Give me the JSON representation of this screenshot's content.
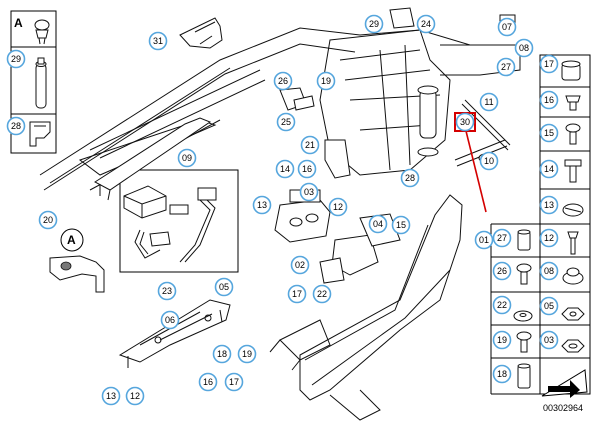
{
  "diagram": {
    "doc_number": "00302964",
    "panel_letter_top": "A",
    "panel_letter_inset": "A",
    "callouts_main": {
      "c31": "31",
      "c29top": "29",
      "c24": "24",
      "c07": "07",
      "c08": "08",
      "c27top": "27",
      "c26": "26",
      "c19top": "19",
      "c25": "25",
      "c11": "11",
      "c09": "09",
      "c30": "30",
      "c10": "10",
      "c21": "21",
      "c14top": "14",
      "c16top": "16",
      "c28main": "28",
      "c03": "03",
      "c13top": "13",
      "c12top": "12",
      "c20": "20",
      "c04": "04",
      "c15": "15",
      "c02": "02",
      "c01": "01",
      "c17top": "17",
      "c22": "22",
      "c23": "23",
      "c05": "05",
      "c06": "06",
      "c18": "18",
      "c19bot": "19",
      "c16bot": "16",
      "c17bot": "17",
      "c13bot": "13",
      "c12bot": "12"
    },
    "callouts_left_column": {
      "c29": "29",
      "c28": "28"
    },
    "callouts_right_column": {
      "r17": "17",
      "r16": "16",
      "r15": "15",
      "r14": "14",
      "r13": "13",
      "r27": "27",
      "r12": "12",
      "r26": "26",
      "r08": "08",
      "r22": "22",
      "r05": "05",
      "r19": "19",
      "r03": "03",
      "r18": "18"
    },
    "highlight_color": "#d40000",
    "callout_color": "#56a6dd"
  }
}
